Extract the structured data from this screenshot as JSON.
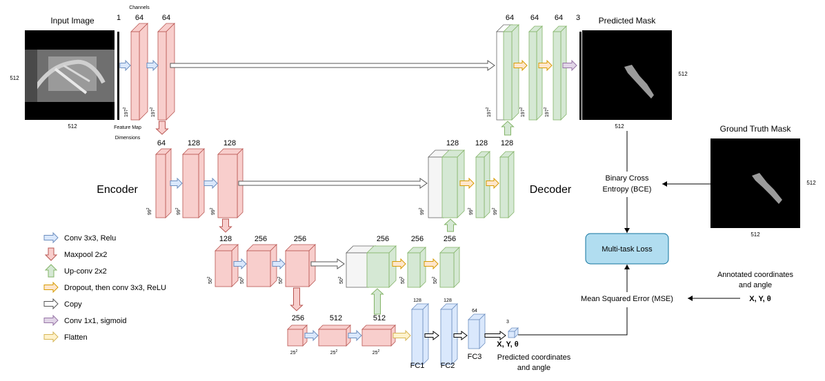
{
  "input": {
    "title": "Input Image",
    "side_label": "512",
    "bottom_label": "512",
    "channels_caption": "Channels",
    "feature_caption_1": "Feature Map",
    "feature_caption_2": "Dimensions"
  },
  "encoder_label": "Encoder",
  "decoder_label": "Decoder",
  "channels": {
    "in": "1",
    "e1a": "64",
    "e1b": "64",
    "e2a": "64",
    "e2b": "128",
    "e2c": "128",
    "e3a": "128",
    "e3b": "256",
    "e3c": "256",
    "b1": "256",
    "b2": "512",
    "b3": "512",
    "d3": "256",
    "d3b": "256",
    "d3c": "256",
    "d2": "128",
    "d2b": "128",
    "d2c": "128",
    "d1": "64",
    "d1b": "64",
    "d1c": "64",
    "out": "3",
    "fc1": "128",
    "fc2": "128",
    "fc3": "64",
    "xy": "3"
  },
  "dims": {
    "l1": "197",
    "l2": "99",
    "l3": "50",
    "l4": "25",
    "exp": "2"
  },
  "fc_labels": {
    "fc1": "FC1",
    "fc2": "FC2",
    "fc3": "FC3"
  },
  "predicted_mask": {
    "title": "Predicted Mask",
    "side_label": "512",
    "bottom_label": "512"
  },
  "gt_mask": {
    "title": "Ground Truth Mask",
    "side_label": "512",
    "bottom_label": "512"
  },
  "bce": {
    "line1": "Binary Cross",
    "line2": "Entropy (BCE)"
  },
  "loss": {
    "label": "Multi-task Loss"
  },
  "mse": {
    "label": "Mean Squared Error (MSE)"
  },
  "annotated": {
    "line1": "Annotated coordinates",
    "line2": "and angle",
    "vars": "X, Y, θ"
  },
  "predicted_coords": {
    "vars": "X, Y, θ",
    "line1": "Predicted coordinates",
    "line2": "and angle"
  },
  "legend": [
    {
      "label": "Conv 3x3, Relu",
      "color": "#dae8fc",
      "stroke": "#6c8ebf",
      "dir": "right"
    },
    {
      "label": "Maxpool 2x2",
      "color": "#f8cecc",
      "stroke": "#b85450",
      "dir": "down"
    },
    {
      "label": "Up-conv 2x2",
      "color": "#d5e8d4",
      "stroke": "#82b366",
      "dir": "up"
    },
    {
      "label": "Dropout, then conv 3x3, ReLU",
      "color": "#ffe6cc",
      "stroke": "#d79b00",
      "dir": "right"
    },
    {
      "label": "Copy",
      "color": "#ffffff",
      "stroke": "#555555",
      "dir": "right"
    },
    {
      "label": "Conv 1x1, sigmoid",
      "color": "#e1d5e7",
      "stroke": "#9673a6",
      "dir": "right"
    },
    {
      "label": "Flatten",
      "color": "#fff2cc",
      "stroke": "#d6b656",
      "dir": "right"
    }
  ],
  "colors": {
    "red_fill": "#f8cecc",
    "red_stroke": "#b85450",
    "green_fill": "#d5e8d4",
    "green_stroke": "#82b366",
    "blue_fill": "#dae8fc",
    "blue_stroke": "#6c8ebf",
    "loss_fill": "#b1ddf0",
    "loss_stroke": "#10739e"
  }
}
